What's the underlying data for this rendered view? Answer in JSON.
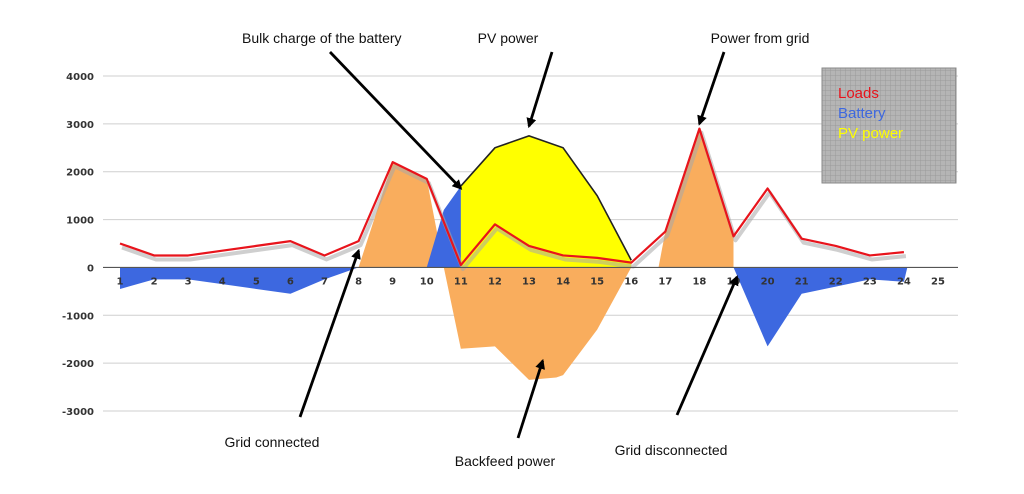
{
  "chart_data": {
    "type": "area",
    "x": [
      1,
      2,
      3,
      4,
      5,
      6,
      7,
      8,
      9,
      10,
      11,
      12,
      13,
      14,
      15,
      16,
      17,
      18,
      19,
      20,
      21,
      22,
      23,
      24,
      25
    ],
    "xlim": [
      1,
      25
    ],
    "ylim": [
      -3000,
      4000
    ],
    "yticks": [
      -3000,
      -2000,
      -1000,
      0,
      1000,
      2000,
      3000,
      4000
    ],
    "xticks": [
      1,
      2,
      3,
      4,
      5,
      6,
      7,
      8,
      9,
      10,
      11,
      12,
      13,
      14,
      15,
      16,
      17,
      18,
      19,
      20,
      21,
      22,
      23,
      24,
      25
    ],
    "grid": true,
    "legend_position": "top-right",
    "series": [
      {
        "name": "Loads",
        "kind": "line",
        "color": "#e8141c",
        "x": [
          1,
          2,
          3,
          4,
          5,
          6,
          7,
          8,
          9,
          10,
          11,
          12,
          13,
          14,
          15,
          16,
          17,
          18,
          19,
          20,
          21,
          22,
          23,
          24
        ],
        "values": [
          500,
          250,
          250,
          350,
          450,
          550,
          250,
          550,
          2200,
          1850,
          50,
          900,
          450,
          250,
          200,
          100,
          750,
          2900,
          650,
          1650,
          600,
          450,
          250,
          320
        ]
      },
      {
        "name": "Battery",
        "kind": "area",
        "color": "#3d68e0",
        "x": [
          1,
          2,
          3,
          4,
          5,
          6,
          7,
          8,
          9,
          10,
          10.5,
          11,
          12,
          13,
          14,
          15,
          16,
          17,
          18,
          19,
          20,
          21,
          22,
          23,
          24,
          24.1
        ],
        "values": [
          -450,
          -250,
          -250,
          -350,
          -450,
          -550,
          -250,
          0,
          0,
          0,
          1200,
          1700,
          1000,
          500,
          250,
          120,
          0,
          0,
          0,
          0,
          -1650,
          -550,
          -400,
          -250,
          -300,
          0
        ]
      },
      {
        "name": "PV power",
        "kind": "area",
        "color": "#ffff00",
        "x": [
          11,
          12,
          13,
          14,
          15,
          16
        ],
        "values": [
          1700,
          2500,
          2750,
          2500,
          1500,
          150
        ]
      },
      {
        "name": "",
        "kind": "area",
        "color": "#f9ad5d",
        "x": [
          8,
          9,
          10,
          10.5,
          11,
          12,
          13,
          13.8,
          14,
          15,
          16
        ],
        "values": [
          0,
          2200,
          1850,
          0,
          -1700,
          -1650,
          -2350,
          -2300,
          -2250,
          -1300,
          0
        ]
      },
      {
        "name": "",
        "kind": "area",
        "color": "#f9ad5d",
        "x": [
          16.8,
          17,
          18,
          19
        ],
        "values": [
          0,
          750,
          2900,
          650
        ]
      }
    ],
    "legend": {
      "entries": [
        {
          "label": "Loads",
          "color": "#e8141c"
        },
        {
          "label": "Battery",
          "color": "#3d68e0"
        },
        {
          "label": "PV power",
          "color": "#ffff00"
        }
      ]
    },
    "annotations": [
      {
        "text": "Bulk charge of the battery",
        "points_to": [
          11,
          1650
        ]
      },
      {
        "text": "PV power",
        "points_to": [
          13,
          2950
        ]
      },
      {
        "text": "Power from grid",
        "points_to": [
          18,
          3000
        ]
      },
      {
        "text": "Grid connected",
        "points_to": [
          8,
          350
        ]
      },
      {
        "text": "Backfeed power",
        "points_to": [
          13.4,
          -1950
        ]
      },
      {
        "text": "Grid disconnected",
        "points_to": [
          19.1,
          -200
        ]
      }
    ]
  }
}
